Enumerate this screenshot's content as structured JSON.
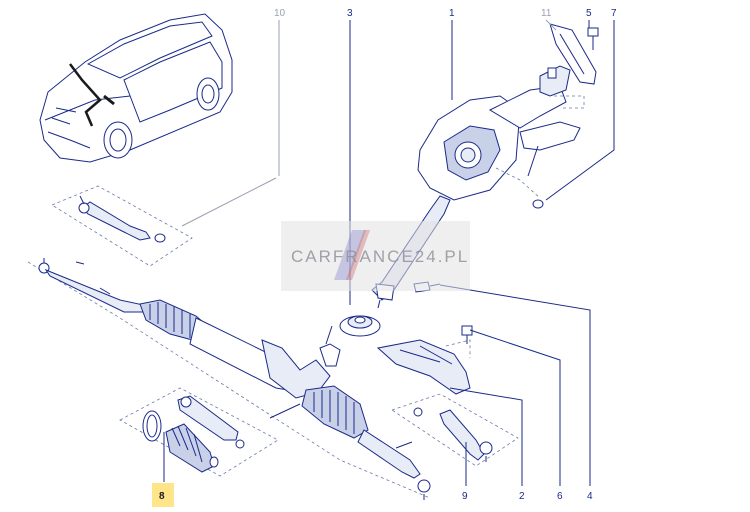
{
  "callouts": {
    "c10": "10",
    "c3": "3",
    "c1": "1",
    "c11": "11",
    "c5": "5",
    "c7": "7",
    "c8": "8",
    "c9": "9",
    "c2": "2",
    "c6": "6",
    "c4": "4"
  },
  "watermark": {
    "text": "CARFRANCE24.PL"
  },
  "colors": {
    "line": "#1a2a8a",
    "dash": "#6a7aa8",
    "highlight": "#ffe58a"
  }
}
